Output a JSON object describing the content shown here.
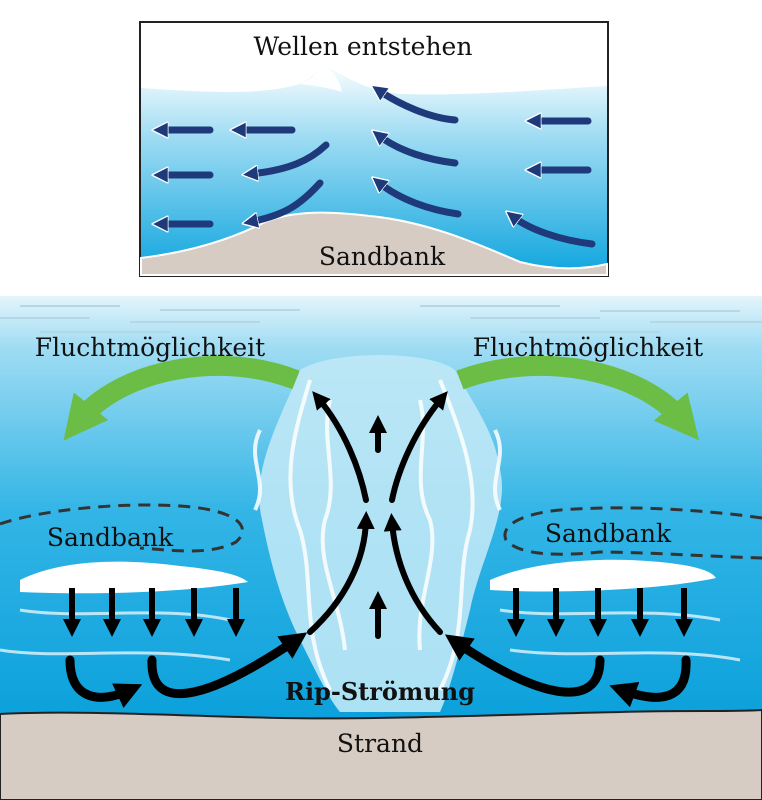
{
  "inset": {
    "title": "Wellen entstehen",
    "sandbar_label": "Sandbank"
  },
  "main": {
    "escape_left": "Fluchtmöglichkeit",
    "escape_right": "Fluchtmöglichkeit",
    "sandbar_left": "Sandbank",
    "sandbar_right": "Sandbank",
    "rip_current": "Rip-Strömung",
    "beach": "Strand"
  },
  "colors": {
    "water_light": "#c7ecf7",
    "water_mid": "#6ccdee",
    "water_deep": "#0fa6de",
    "sand": "#d6ccc4",
    "arrow_blue": "#1f3a7a",
    "arrow_green": "#6bbd45",
    "arrow_black": "#000000"
  }
}
